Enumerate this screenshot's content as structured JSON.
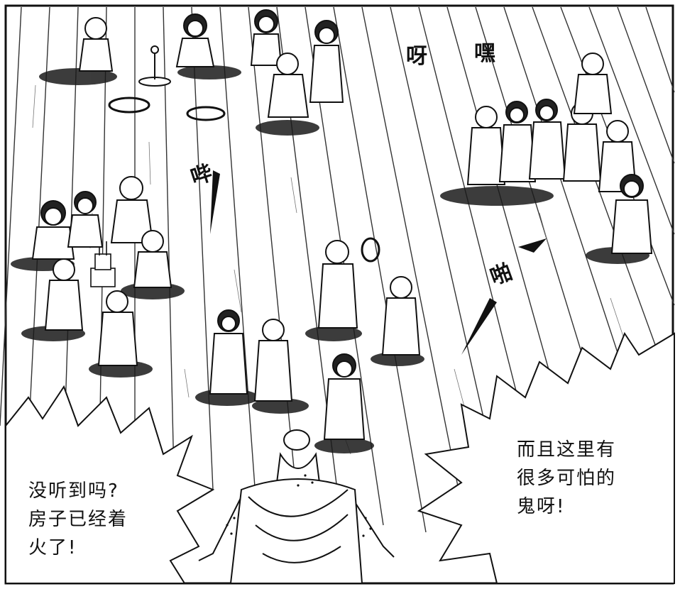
{
  "captions": {
    "left": [
      "没听到吗?",
      "房子已经着",
      "火了!"
    ],
    "right": [
      "而且这里有",
      "很多可怕的",
      "鬼呀!"
    ]
  },
  "sound_effects": {
    "ya": "呀",
    "hei": "嘿",
    "pi": "哔",
    "pa": "啪"
  },
  "colors": {
    "ink": "#111111",
    "paper": "#ffffff",
    "shadow": "#1a1a1a"
  }
}
